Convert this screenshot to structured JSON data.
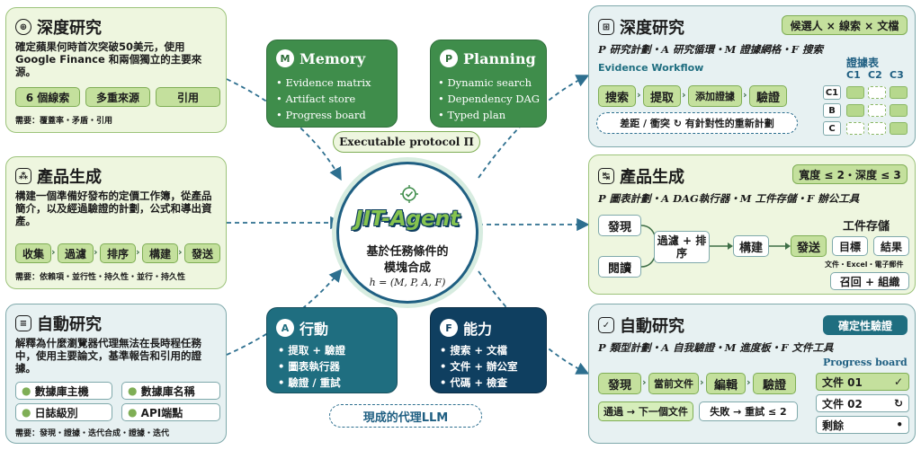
{
  "left_cards": {
    "deep": {
      "title": "深度研究",
      "icon": "globe-icon",
      "desc": "確定蘋果何時首次突破50美元，使用Google Finance 和兩個獨立的主要來源。",
      "chips": [
        "6 個線索",
        "多重來源",
        "引用"
      ],
      "need": "需要：覆蓋率・矛盾・引用"
    },
    "product": {
      "title": "產品生成",
      "icon": "network-icon",
      "desc": "構建一個準備好發布的定價工作簿，從產品簡介，以及經過驗證的計劃，公式和導出資產。",
      "chips": [
        "收集",
        "過濾",
        "排序",
        "構建",
        "發送"
      ],
      "need": "需要：依賴項・並行性・持久性・並行・持久性"
    },
    "auto": {
      "title": "自動研究",
      "icon": "document-icon",
      "desc": "解釋為什麼瀏覽器代理無法在長時程任務中，使用主要論文，基準報告和引用的證據。",
      "chips": [
        "數據庫主機",
        "數據庫名稱",
        "日誌級別",
        "API端點"
      ],
      "need": "需要：發現・證據・迭代合成・證據・迭代"
    }
  },
  "center": {
    "memory": {
      "badge": "M",
      "title": "Memory",
      "items": [
        "Evidence matrix",
        "Artifact store",
        "Progress board"
      ]
    },
    "planning": {
      "badge": "P",
      "title": "Planning",
      "items": [
        "Dynamic search",
        "Dependency DAG",
        "Typed plan"
      ]
    },
    "protocol": "Executable protocol Π",
    "logo": "JIT-Agent",
    "caption_line1": "基於任務條件的",
    "caption_line2": "模塊合成",
    "formula": "h = (M, P, A, F)",
    "action": {
      "badge": "A",
      "title": "行動",
      "items": [
        "提取 + 驗證",
        "圖表執行器",
        "驗證 / 重試"
      ]
    },
    "ability": {
      "badge": "F",
      "title": "能力",
      "items": [
        "搜索 + 文檔",
        "文件 + 辦公室",
        "代碼 + 檢查"
      ]
    },
    "current": "現成的代理LLM"
  },
  "right_cards": {
    "deep": {
      "title": "深度研究",
      "icon": "table-icon",
      "tag": "候選人 × 線索 × 文檔",
      "sub": "P 研究計劃・A 研究循環・M 證據網格・F 搜索",
      "workflow_label": "Evidence Workflow",
      "steps": [
        "搜索",
        "提取",
        "添加證據",
        "驗證"
      ],
      "loop": "差距 / 衝突 ↻ 有針對性的重新計劃",
      "grid_title": "證據表",
      "cols": [
        "C1",
        "C2",
        "C3"
      ],
      "rows": [
        "C1",
        "B",
        "C"
      ]
    },
    "product": {
      "title": "產品生成",
      "icon": "graph-icon",
      "tag": "寬度 ≤ 2・深度 ≤ 3",
      "sub": "P 圖表計劃・A DAG執行器・M 工件存儲・F 辦公工具",
      "nodes": {
        "discover": "發現",
        "read": "閱讀",
        "filter": "過濾 + 排序",
        "build": "構建",
        "send": "發送"
      },
      "store_title": "工件存儲",
      "store_items": [
        "目標",
        "結果"
      ],
      "store_note": "文件・Excel・電子郵件",
      "recall": "召回 + 組織"
    },
    "auto": {
      "title": "自動研究",
      "icon": "document-check-icon",
      "tag": "確定性驗證",
      "sub": "P 類型計劃・A 自我驗證・M 進度板・F 文件工具",
      "steps": [
        "發現",
        "當前文件",
        "編輯",
        "驗證"
      ],
      "pass": "通過 → 下一個文件",
      "fail": "失敗 → 重試 ≤ 2",
      "board_title": "Progress board",
      "board": [
        {
          "label": "文件 01",
          "mark": "✓"
        },
        {
          "label": "文件 02",
          "mark": "↻"
        },
        {
          "label": "剩餘",
          "mark": "•"
        }
      ]
    }
  },
  "colors": {
    "green_card": "#eef6df",
    "teal_card": "#e7f1f2",
    "memory_green": "#3f8d4b",
    "action_teal": "#1f6e80",
    "navy": "#0f3f60",
    "lime": "#c4e09d"
  }
}
